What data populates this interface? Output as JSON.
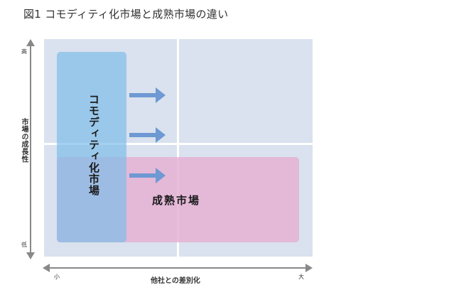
{
  "title": "図1 コモディティ化市場と成熟市場の違い",
  "diagram": {
    "commodity_market_label": "コモディティ化市場",
    "mature_market_label": "成熟市場",
    "arrow_count": 3
  },
  "axes": {
    "y_title": "市場の成長性",
    "y_high": "高",
    "y_low": "低",
    "x_title": "他社との差別化",
    "x_low": "小",
    "x_high": "大"
  },
  "colors": {
    "quadrant_bg": "#d9e2ee",
    "commodity": "#7fbeea",
    "mature": "#e6afd2",
    "arrow": "#6e99d3",
    "axis": "#888888"
  }
}
